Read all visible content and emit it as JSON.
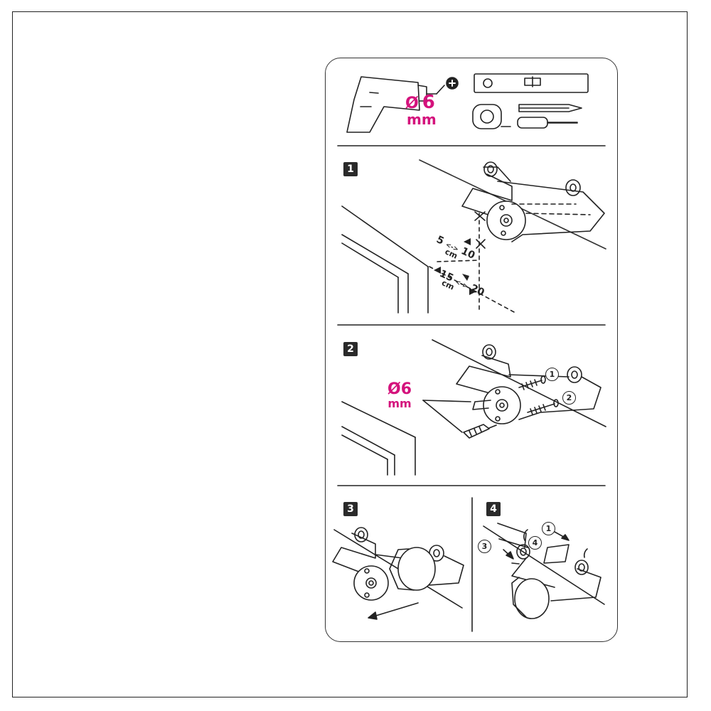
{
  "tools": {
    "drill_bit_symbol": "Ø",
    "drill_bit_value": "6",
    "drill_bit_unit": "mm",
    "icons": [
      "drill-icon",
      "plus-icon",
      "spirit-level-icon",
      "tape-measure-icon",
      "pencil-icon",
      "screwdriver-icon"
    ]
  },
  "steps": [
    {
      "number": "1"
    },
    {
      "number": "2"
    },
    {
      "number": "3"
    },
    {
      "number": "4"
    }
  ],
  "step1": {
    "dim_a_from": "5",
    "dim_a_to": "10",
    "dim_a_unit": "cm",
    "dim_b_from": "15",
    "dim_b_to": "20",
    "dim_b_unit": "cm",
    "arrow_symbol": "<->"
  },
  "step2": {
    "drill_symbol": "Ø6",
    "drill_unit": "mm",
    "callouts": [
      "1",
      "2"
    ]
  },
  "step4": {
    "callouts": [
      "1",
      "3",
      "4"
    ]
  },
  "colors": {
    "accent": "#d4127c",
    "line": "#222222",
    "badge": "#2a2a2a"
  }
}
